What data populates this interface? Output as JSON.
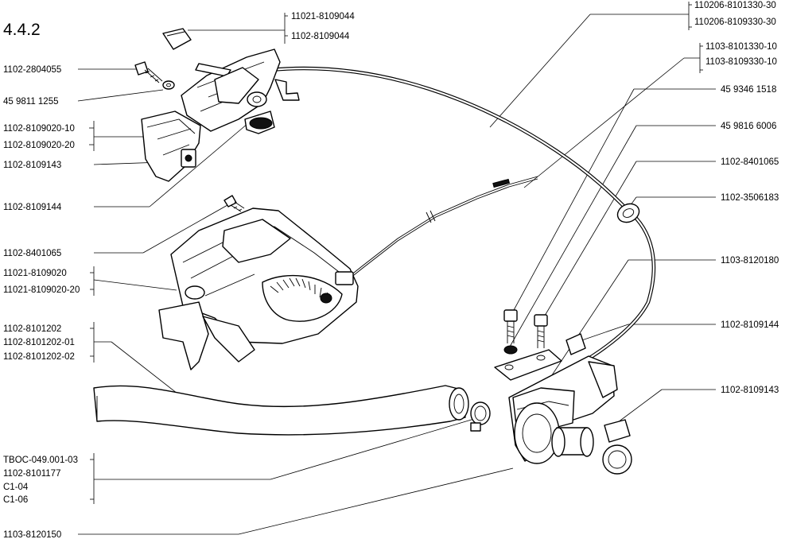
{
  "section": "4.4.2",
  "labels": {
    "l1": "11021-8109044",
    "l2": "1102-8109044",
    "l3": "1102-2804055",
    "l4": "45 9811 1255",
    "l5": "1102-8109020-10",
    "l6": "1102-8109020-20",
    "l7": "1102-8109143",
    "l8": "1102-8109144",
    "l9": "1102-8401065",
    "l10": "11021-8109020",
    "l11": "11021-8109020-20",
    "l12": "1102-8101202",
    "l13": "1102-8101202-01",
    "l14": "1102-8101202-02",
    "l15": "TBOC-049.001-03",
    "l16": "1102-8101177",
    "l17": "C1-04",
    "l18": "C1-06",
    "l19": "1103-8120150",
    "r1": "110206-8101330-30",
    "r2": "110206-8109330-30",
    "r3": "1103-8101330-10",
    "r4": "1103-8109330-10",
    "r5": "45 9346 1518",
    "r6": "45 9816 6006",
    "r7": "1102-8401065",
    "r8": "1102-3506183",
    "r9": "1103-8120180",
    "r10": "1102-8109144",
    "r11": "1102-8109143"
  }
}
